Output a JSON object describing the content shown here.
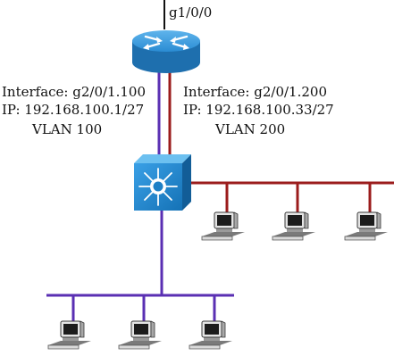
{
  "uplink": {
    "label": "g1/0/0"
  },
  "router_link_vlan100": {
    "interface": "Interface: g2/0/1.100",
    "ip": "IP: 192.168.100.1/27",
    "vlan": "VLAN 100"
  },
  "router_link_vlan200": {
    "interface": "Interface: g2/0/1.200",
    "ip": "IP: 192.168.100.33/27",
    "vlan": "VLAN 200"
  },
  "devices": {
    "router": {
      "icon": "router-icon"
    },
    "switch": {
      "icon": "multilayer-switch-icon"
    },
    "vlan200_hosts": 3,
    "vlan100_hosts": 3
  },
  "colors": {
    "vlan100": "#5a2fb3",
    "vlan200": "#9b1c1c",
    "device_blue": "#1e80c6"
  }
}
